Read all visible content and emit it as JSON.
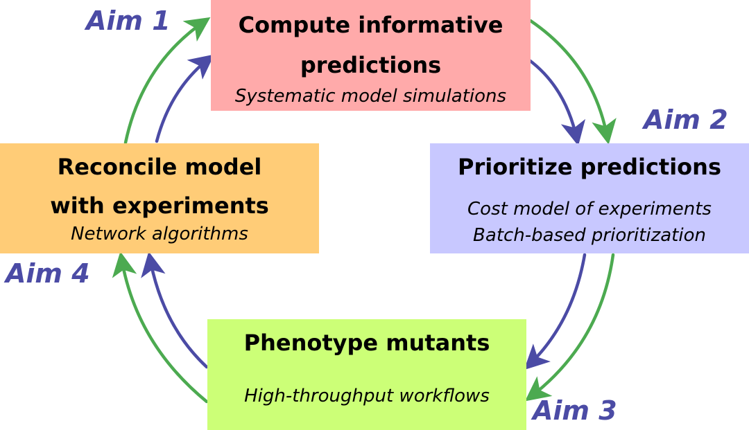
{
  "colors": {
    "compute_fill": "#ffaaaa",
    "prioritize_fill": "#c8c8ff",
    "reconcile_fill": "#ffcc77",
    "phenotype_fill": "#ccff77",
    "arrow_green": "#4caa50",
    "arrow_blue": "#4b4ba5",
    "aim_text": "#4b4ba5"
  },
  "boxes": {
    "compute": {
      "title_line1": "Compute informative",
      "title_line2": "predictions",
      "subtitle": "Systematic model simulations"
    },
    "prioritize": {
      "title": "Prioritize predictions",
      "subtitle_line1": "Cost model of experiments",
      "subtitle_line2": "Batch-based prioritization"
    },
    "reconcile": {
      "title_line1": "Reconcile model",
      "title_line2": "with experiments",
      "subtitle": "Network algorithms"
    },
    "phenotype": {
      "title": "Phenotype mutants",
      "subtitle": "High-throughput workflows"
    }
  },
  "aims": {
    "aim1": "Aim 1",
    "aim2": "Aim 2",
    "aim3": "Aim 3",
    "aim4": "Aim 4"
  }
}
